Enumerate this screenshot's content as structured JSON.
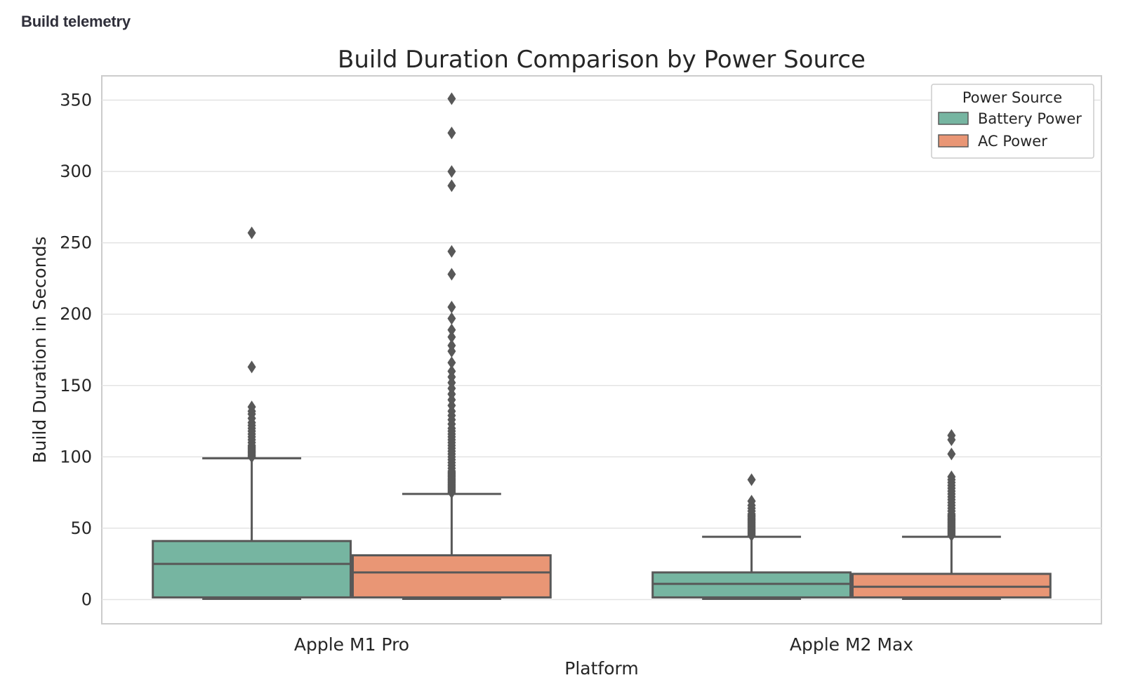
{
  "header": {
    "label": "Build telemetry"
  },
  "chart_data": {
    "type": "box",
    "title": "Build Duration Comparison by Power Source",
    "xlabel": "Platform",
    "ylabel": "Build Duration in Seconds",
    "ylim": [
      -17,
      367
    ],
    "yticks": [
      0,
      50,
      100,
      150,
      200,
      250,
      300,
      350
    ],
    "grid": true,
    "categories": [
      "Apple M1 Pro",
      "Apple M2 Max"
    ],
    "legend": {
      "title": "Power Source",
      "position": "top-right"
    },
    "series": [
      {
        "name": "Battery Power",
        "color": "#76b5a1",
        "boxes": [
          {
            "min": 0.5,
            "q1": 1.5,
            "median": 25,
            "q3": 41,
            "max": 99,
            "outliers": [
              100,
              101,
              102,
              103,
              104,
              105,
              106,
              107,
              108,
              110,
              112,
              114,
              116,
              118,
              120,
              122,
              124,
              127,
              130,
              132,
              135,
              163,
              257
            ]
          },
          {
            "min": 0.5,
            "q1": 1.5,
            "median": 11,
            "q3": 19,
            "max": 44,
            "outliers": [
              45,
              46,
              47,
              48,
              49,
              50,
              51,
              52,
              53,
              54,
              55,
              56,
              57,
              58,
              59,
              60,
              62,
              64,
              66,
              69,
              84
            ]
          }
        ]
      },
      {
        "name": "AC Power",
        "color": "#e99675",
        "boxes": [
          {
            "min": 0.5,
            "q1": 1.5,
            "median": 19,
            "q3": 31,
            "max": 74,
            "outliers": [
              75,
              76,
              77,
              78,
              79,
              80,
              81,
              82,
              83,
              84,
              85,
              86,
              87,
              88,
              89,
              90,
              92,
              94,
              96,
              98,
              100,
              102,
              104,
              106,
              108,
              110,
              112,
              114,
              116,
              118,
              120,
              123,
              126,
              129,
              132,
              136,
              140,
              144,
              148,
              152,
              156,
              160,
              166,
              174,
              178,
              184,
              189,
              197,
              205,
              228,
              244,
              290,
              300,
              327,
              351
            ]
          },
          {
            "min": 0.5,
            "q1": 1.5,
            "median": 9,
            "q3": 18,
            "max": 44,
            "outliers": [
              45,
              46,
              47,
              48,
              49,
              50,
              51,
              52,
              53,
              54,
              55,
              56,
              57,
              58,
              59,
              60,
              62,
              64,
              66,
              68,
              70,
              72,
              74,
              76,
              78,
              80,
              82,
              84,
              86,
              102,
              112,
              115
            ]
          }
        ]
      }
    ]
  }
}
